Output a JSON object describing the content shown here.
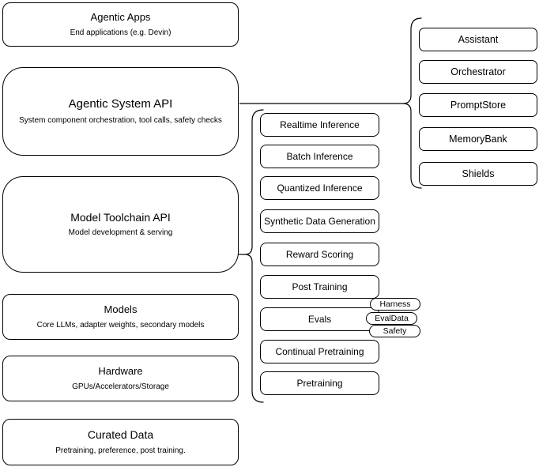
{
  "colors": {
    "stroke": "#000000",
    "fill": "#ffffff",
    "text": "#000000"
  },
  "left_column": {
    "boxes": [
      {
        "title": "Agentic Apps",
        "subtitle": "End applications (e.g. Devin)"
      },
      {
        "title": "Agentic System API",
        "subtitle": "System component orchestration, tool calls, safety checks"
      },
      {
        "title": "Model Toolchain API",
        "subtitle": "Model development & serving"
      },
      {
        "title": "Models",
        "subtitle": "Core LLMs, adapter weights, secondary models"
      },
      {
        "title": "Hardware",
        "subtitle": "GPUs/Accelerators/Storage"
      },
      {
        "title": "Curated Data",
        "subtitle": "Pretraining, preference, post training."
      }
    ]
  },
  "toolchain_group": {
    "items": [
      "Realtime Inference",
      "Batch Inference",
      "Quantized Inference",
      "Synthetic Data Generation",
      "Reward Scoring",
      "Post Training",
      "Evals",
      "Continual Pretraining",
      "Pretraining"
    ],
    "eval_tags": [
      "Harness",
      "EvalData",
      "Safety"
    ]
  },
  "system_group": {
    "items": [
      "Assistant",
      "Orchestrator",
      "PromptStore",
      "MemoryBank",
      "Shields"
    ]
  }
}
